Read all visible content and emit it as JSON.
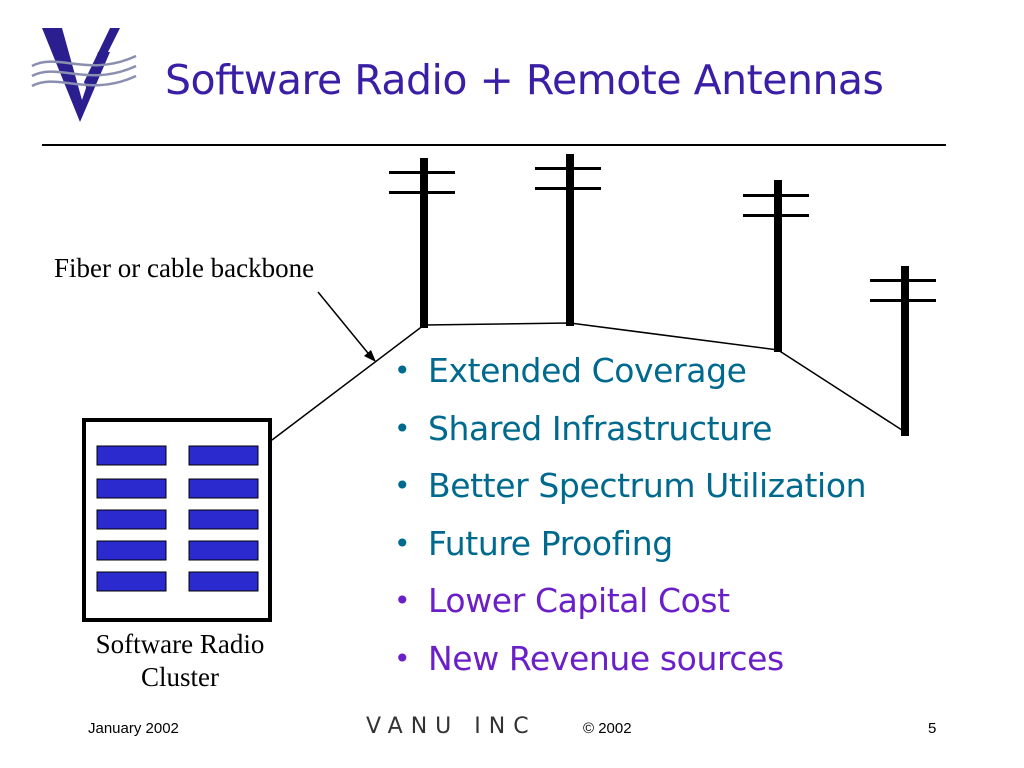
{
  "slide": {
    "title": "Software Radio + Remote Antennas"
  },
  "diagram": {
    "backbone_label": "Fiber or cable backbone",
    "cluster_label_line1": "Software Radio",
    "cluster_label_line2": "Cluster"
  },
  "bullets": [
    {
      "text": "Extended Coverage",
      "color": "#006a8e"
    },
    {
      "text": "Shared Infrastructure",
      "color": "#006a8e"
    },
    {
      "text": "Better Spectrum Utilization",
      "color": "#006a8e"
    },
    {
      "text": "Future Proofing",
      "color": "#006a8e"
    },
    {
      "text": "Lower Capital Cost",
      "color": "#6a1fc8"
    },
    {
      "text": "New Revenue sources",
      "color": "#6a1fc8"
    }
  ],
  "bullet_symbol": "•",
  "footer": {
    "date": "January 2002",
    "company": "VANU INC",
    "copyright": "© 2002",
    "page_number": "5"
  },
  "colors": {
    "title": "#3a1fa6",
    "rack_slot": "#2a2acf",
    "logo": "#2b1f8f"
  },
  "icons": {
    "logo": "vanu-v-logo",
    "antenna": "utility-pole-antenna-icon"
  }
}
